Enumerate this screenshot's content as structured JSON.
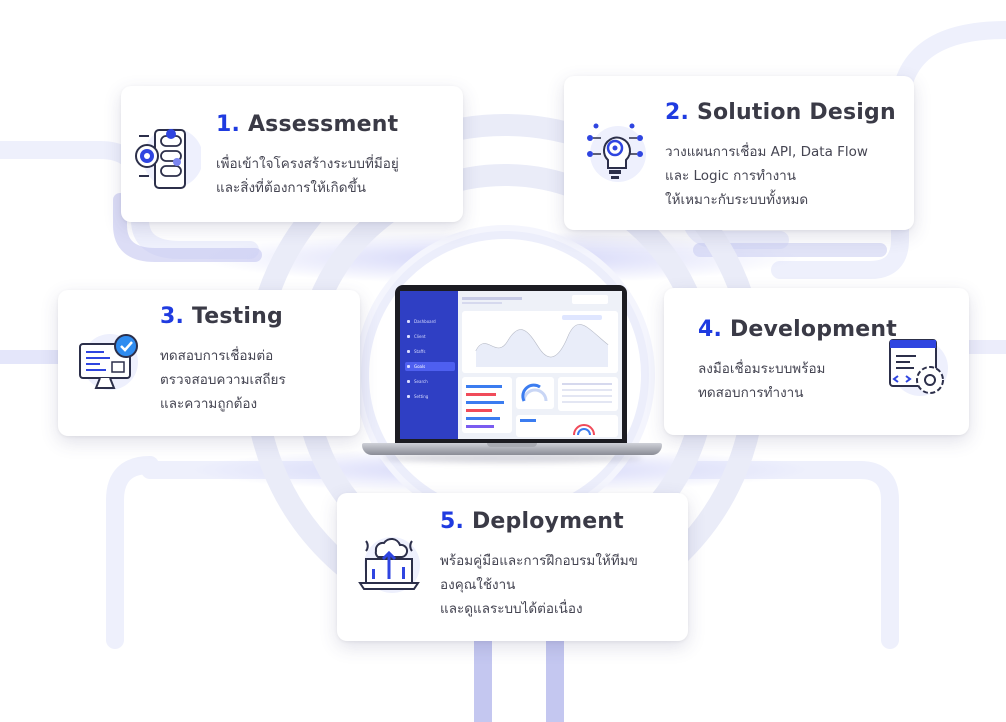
{
  "colors": {
    "accent": "#1f3be0",
    "heading": "#3a3a46",
    "text": "#454552",
    "glow": "#b9bdf2"
  },
  "steps": [
    {
      "num": "1.",
      "title": "Assessment",
      "desc": [
        "เพื่อเข้าใจโครงสร้างระบบที่มีอยู่",
        "และสิ่งที่ต้องการให้เกิดขึ้น"
      ],
      "icon": "assessment-flowchart-icon"
    },
    {
      "num": "2.",
      "title": "Solution Design",
      "desc": [
        "วางแผนการเชื่อม API, Data Flow",
        "และ Logic การทำงาน",
        "ให้เหมาะกับระบบทั้งหมด"
      ],
      "icon": "lightbulb-gear-icon"
    },
    {
      "num": "3.",
      "title": "Testing",
      "desc": [
        "ทดสอบการเชื่อมต่อ",
        "ตรวจสอบความเสถียร",
        "และความถูกต้อง"
      ],
      "icon": "monitor-check-icon"
    },
    {
      "num": "4.",
      "title": "Development",
      "desc": [
        "ลงมือเชื่อมระบบพร้อม",
        "ทดสอบการทำงาน"
      ],
      "icon": "code-window-gear-icon"
    },
    {
      "num": "5.",
      "title": "Deployment",
      "desc": [
        "พร้อมคู่มือและการฝึกอบรมให้ทีมข",
        "องคุณใช้งาน",
        "และดูแลระบบได้ต่อเนื่อง"
      ],
      "icon": "cloud-upload-laptop-icon"
    }
  ],
  "laptop": {
    "nav": [
      "Dashboard",
      "Client",
      "Staffs",
      "Goals",
      "Search",
      "Setting"
    ],
    "active_nav": 3
  }
}
